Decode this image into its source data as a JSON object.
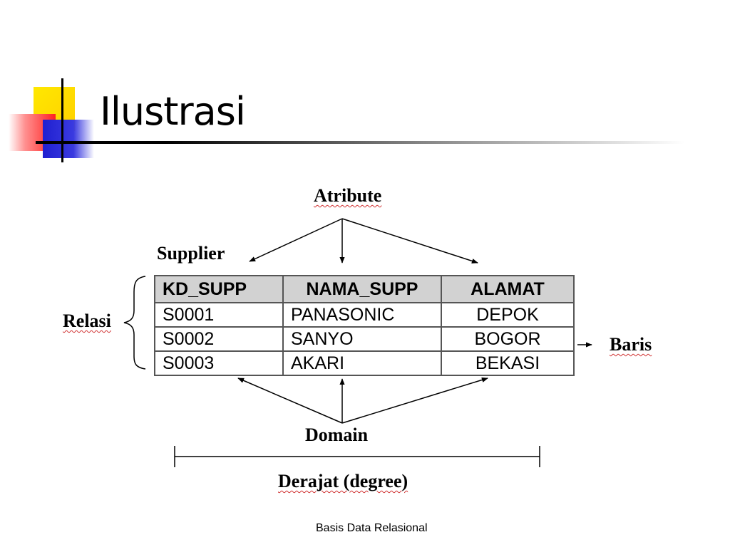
{
  "slide": {
    "title": "Ilustrasi",
    "footer": "Basis Data Relasional"
  },
  "diagram": {
    "labels": {
      "atribute": "Atribute",
      "supplier": "Supplier",
      "relasi": "Relasi",
      "baris": "Baris",
      "domain": "Domain",
      "derajat": "Derajat (degree)"
    },
    "table": {
      "headers": [
        "KD_SUPP",
        "NAMA_SUPP",
        "ALAMAT"
      ],
      "rows": [
        [
          "S0001",
          "PANASONIC",
          "DEPOK"
        ],
        [
          "S0002",
          "SANYO",
          "BOGOR"
        ],
        [
          "S0003",
          "AKARI",
          "BEKASI"
        ]
      ]
    }
  },
  "colors": {
    "header_fill": "#d2d2d2",
    "deco_yellow": "#ffd800",
    "deco_red": "#ff2020",
    "deco_blue": "#2020d0"
  }
}
